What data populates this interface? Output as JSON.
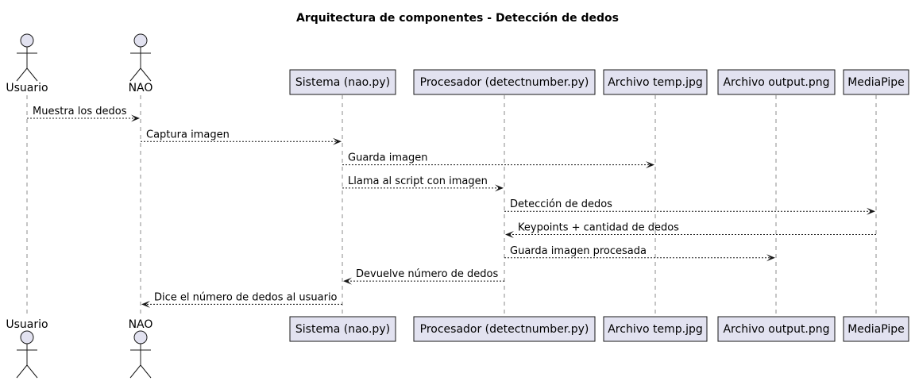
{
  "title": "Arquitectura de componentes - Detección de dedos",
  "participants": [
    {
      "id": "usuario",
      "label": "Usuario",
      "kind": "actor"
    },
    {
      "id": "nao",
      "label": "NAO",
      "kind": "actor"
    },
    {
      "id": "sistema",
      "label": "Sistema (nao.py)",
      "kind": "participant"
    },
    {
      "id": "procesador",
      "label": "Procesador (detectnumber.py)",
      "kind": "participant"
    },
    {
      "id": "temp",
      "label": "Archivo temp.jpg",
      "kind": "participant"
    },
    {
      "id": "output",
      "label": "Archivo output.png",
      "kind": "participant"
    },
    {
      "id": "mediapipe",
      "label": "MediaPipe",
      "kind": "participant"
    }
  ],
  "messages": [
    {
      "from": "usuario",
      "to": "nao",
      "label": "Muestra los dedos"
    },
    {
      "from": "nao",
      "to": "sistema",
      "label": "Captura imagen"
    },
    {
      "from": "sistema",
      "to": "temp",
      "label": "Guarda imagen"
    },
    {
      "from": "sistema",
      "to": "procesador",
      "label": "Llama al script con imagen"
    },
    {
      "from": "procesador",
      "to": "mediapipe",
      "label": "Detección de dedos"
    },
    {
      "from": "mediapipe",
      "to": "procesador",
      "label": "Keypoints + cantidad de dedos"
    },
    {
      "from": "procesador",
      "to": "output",
      "label": "Guarda imagen procesada"
    },
    {
      "from": "procesador",
      "to": "sistema",
      "label": "Devuelve número de dedos"
    },
    {
      "from": "sistema",
      "to": "nao",
      "label": "Dice el número de dedos al usuario"
    }
  ],
  "colors": {
    "box_fill": "#E2E2F0",
    "stroke": "#181818"
  }
}
